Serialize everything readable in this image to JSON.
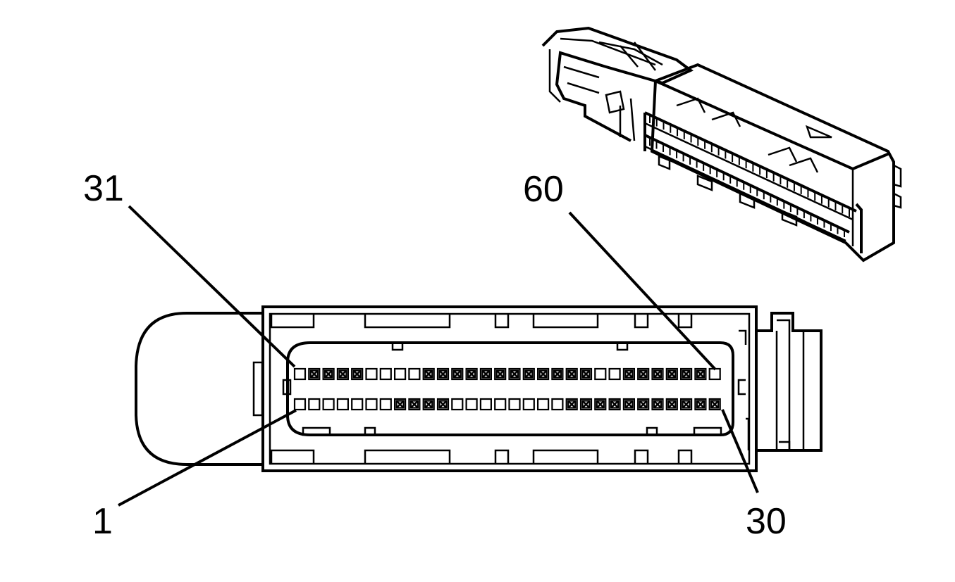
{
  "labels": {
    "top_left": "31",
    "top_right": "60",
    "bottom_left": "1",
    "bottom_right": "30"
  },
  "connector": {
    "top_row_start": 31,
    "top_row_end": 60,
    "bottom_row_start": 1,
    "bottom_row_end": 30,
    "top_row_populated": [
      false,
      true,
      true,
      true,
      true,
      false,
      false,
      false,
      false,
      true,
      true,
      true,
      true,
      true,
      true,
      true,
      true,
      true,
      true,
      true,
      true,
      false,
      false,
      true,
      true,
      true,
      true,
      true,
      true,
      false
    ],
    "bottom_row_populated": [
      false,
      false,
      false,
      false,
      false,
      false,
      false,
      true,
      true,
      true,
      true,
      false,
      false,
      false,
      false,
      false,
      false,
      false,
      false,
      true,
      true,
      true,
      true,
      true,
      true,
      true,
      true,
      true,
      true,
      true
    ]
  }
}
